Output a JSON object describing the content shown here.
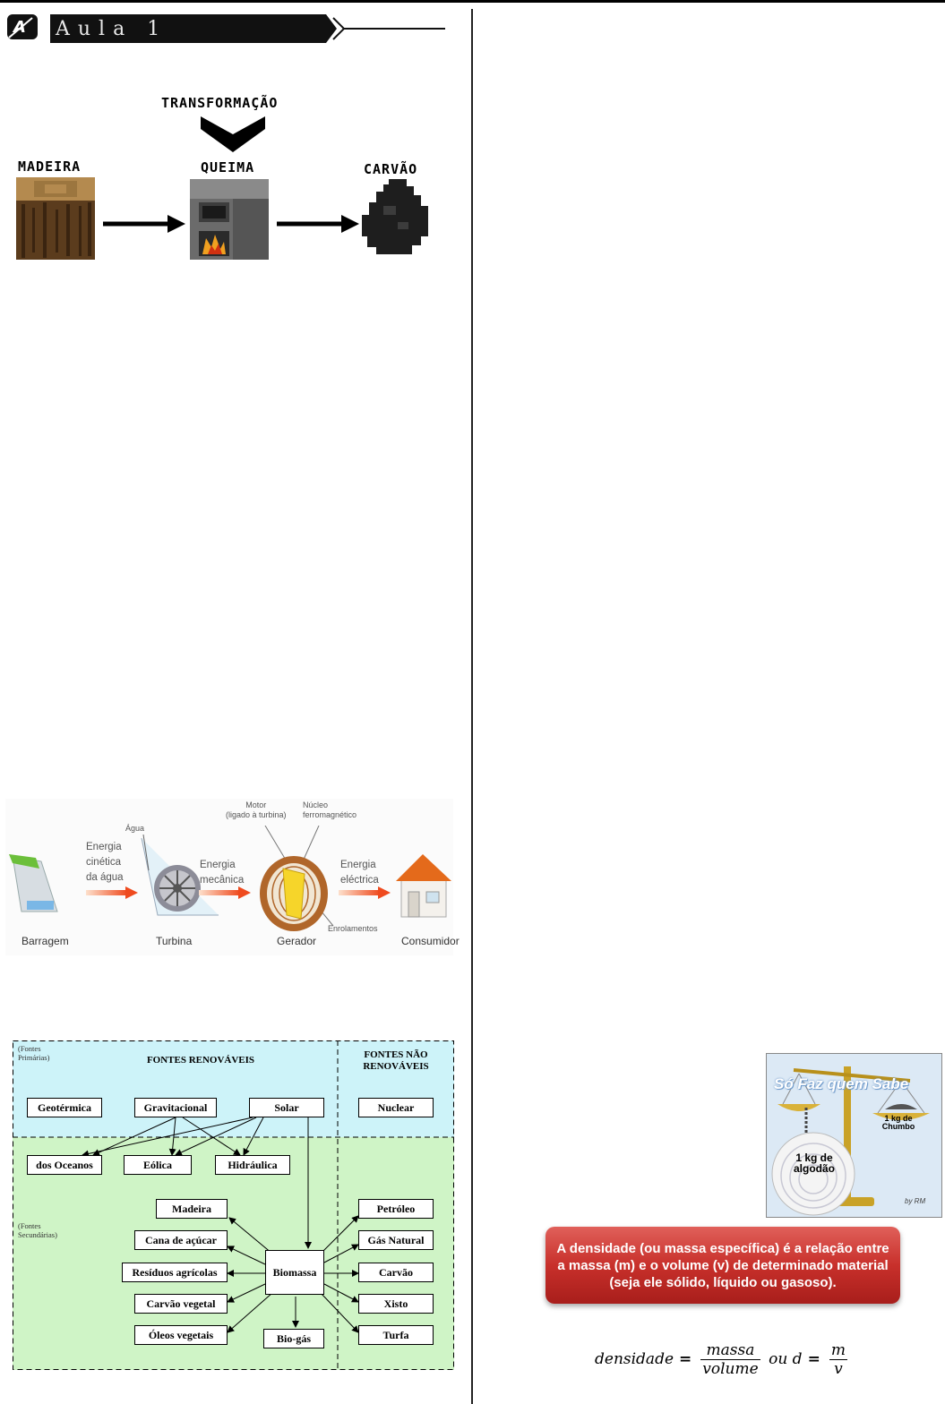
{
  "header": {
    "title": "Aula 1",
    "logo_text": "A"
  },
  "burning_diagram": {
    "top_label": "TRANSFORMAÇÃO",
    "items": [
      "MADEIRA",
      "QUEIMA",
      "CARVÃO"
    ]
  },
  "dam_diagram": {
    "stages": [
      "Barragem",
      "Turbina",
      "Gerador",
      "Consumidor"
    ],
    "energies": [
      "Energia\ncinética\nda água",
      "Energia\nmecânica",
      "Energia\neléctrica"
    ],
    "annotations": {
      "water": "Água",
      "motor": "Motor\n(ligado à turbina)",
      "core": "Núcleo\nferromagnético",
      "windings": "Enrolamentos"
    }
  },
  "sources_diagram": {
    "primary_zone_label": "(Fontes\nPrimárias)",
    "secondary_zone_label": "(Fontes\nSecundárias)",
    "renewable_title": "FONTES RENOVÁVEIS",
    "non_renewable_title": "FONTES NÃO\nRENOVÁVEIS",
    "primary_renewable": [
      "Geotérmica",
      "Gravitacional",
      "Solar"
    ],
    "primary_non_renewable": [
      "Nuclear"
    ],
    "secondary_renewable": [
      "dos Oceanos",
      "Eólica",
      "Hidráulica"
    ],
    "biomass": "Biomassa",
    "biomass_left": [
      "Madeira",
      "Cana de açúcar",
      "Resíduos agrícolas",
      "Carvão vegetal",
      "Óleos vegetais"
    ],
    "biomass_bottom": "Bio-gás",
    "non_renewable_secondary": [
      "Petróleo",
      "Gás Natural",
      "Carvão",
      "Xisto",
      "Turfa"
    ]
  },
  "scale_image": {
    "title": "Só Faz quem Sabe",
    "right_weight": "1 kg de\nChumbo",
    "left_weight": "1 kg de\nalgodão",
    "signature": "by RM"
  },
  "definition": "A densidade (ou massa específica) é a relação entre a massa (m) e o volume (v) de determinado material (seja ele sólido, líquido ou gasoso).",
  "formula": {
    "lhs": "densidade",
    "num": "massa",
    "den": "volume",
    "or": "ou",
    "lhs2": "d",
    "num2": "m",
    "den2": "v"
  }
}
